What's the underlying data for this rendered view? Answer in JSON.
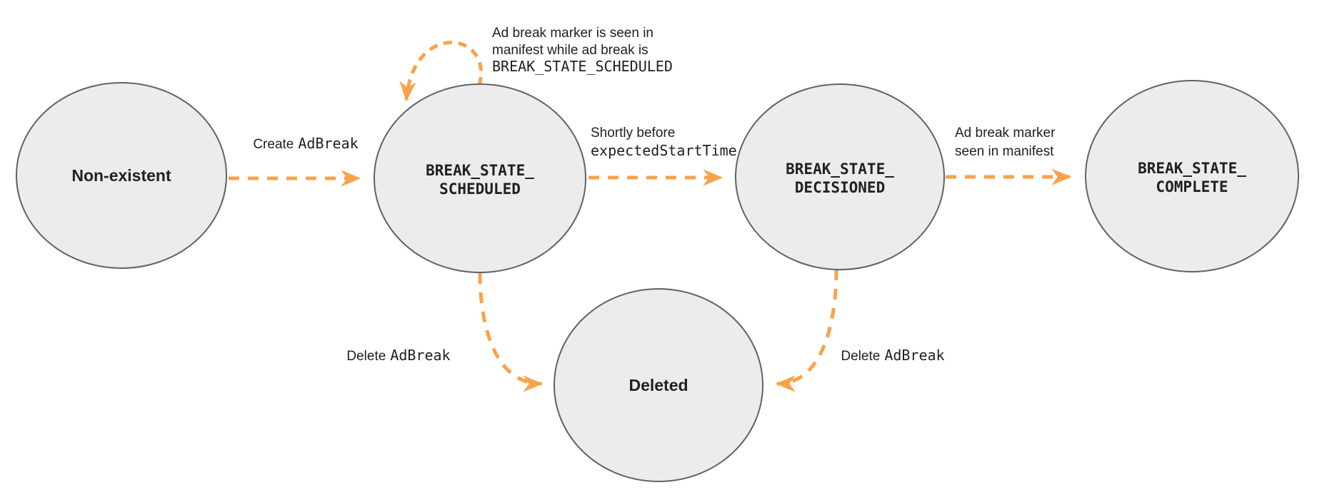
{
  "colors": {
    "arrow": "#F8A349",
    "node_fill": "#ECECEC",
    "node_border": "#5F6368",
    "label_text": "#202124"
  },
  "nodes": {
    "non_existent": {
      "label": "Non-existent"
    },
    "scheduled": {
      "line1": "BREAK_STATE_",
      "line2": "SCHEDULED"
    },
    "decisioned": {
      "line1": "BREAK_STATE_",
      "line2": "DECISIONED"
    },
    "complete": {
      "line1": "BREAK_STATE_",
      "line2": "COMPLETE"
    },
    "deleted": {
      "label": "Deleted"
    }
  },
  "edges": {
    "create": {
      "text": "Create",
      "code": "AdBreak"
    },
    "self_loop": {
      "line1": "Ad break marker is seen in",
      "line2": "manifest while ad break is",
      "line3_code": "BREAK_STATE_SCHEDULED"
    },
    "decision": {
      "line1": "Shortly before",
      "line2_code": "expectedStartTime"
    },
    "manifest": {
      "line1": "Ad break marker",
      "line2": "seen in manifest"
    },
    "delete_scheduled": {
      "text": "Delete",
      "code": "AdBreak"
    },
    "delete_decisioned": {
      "text": "Delete",
      "code": "AdBreak"
    }
  }
}
